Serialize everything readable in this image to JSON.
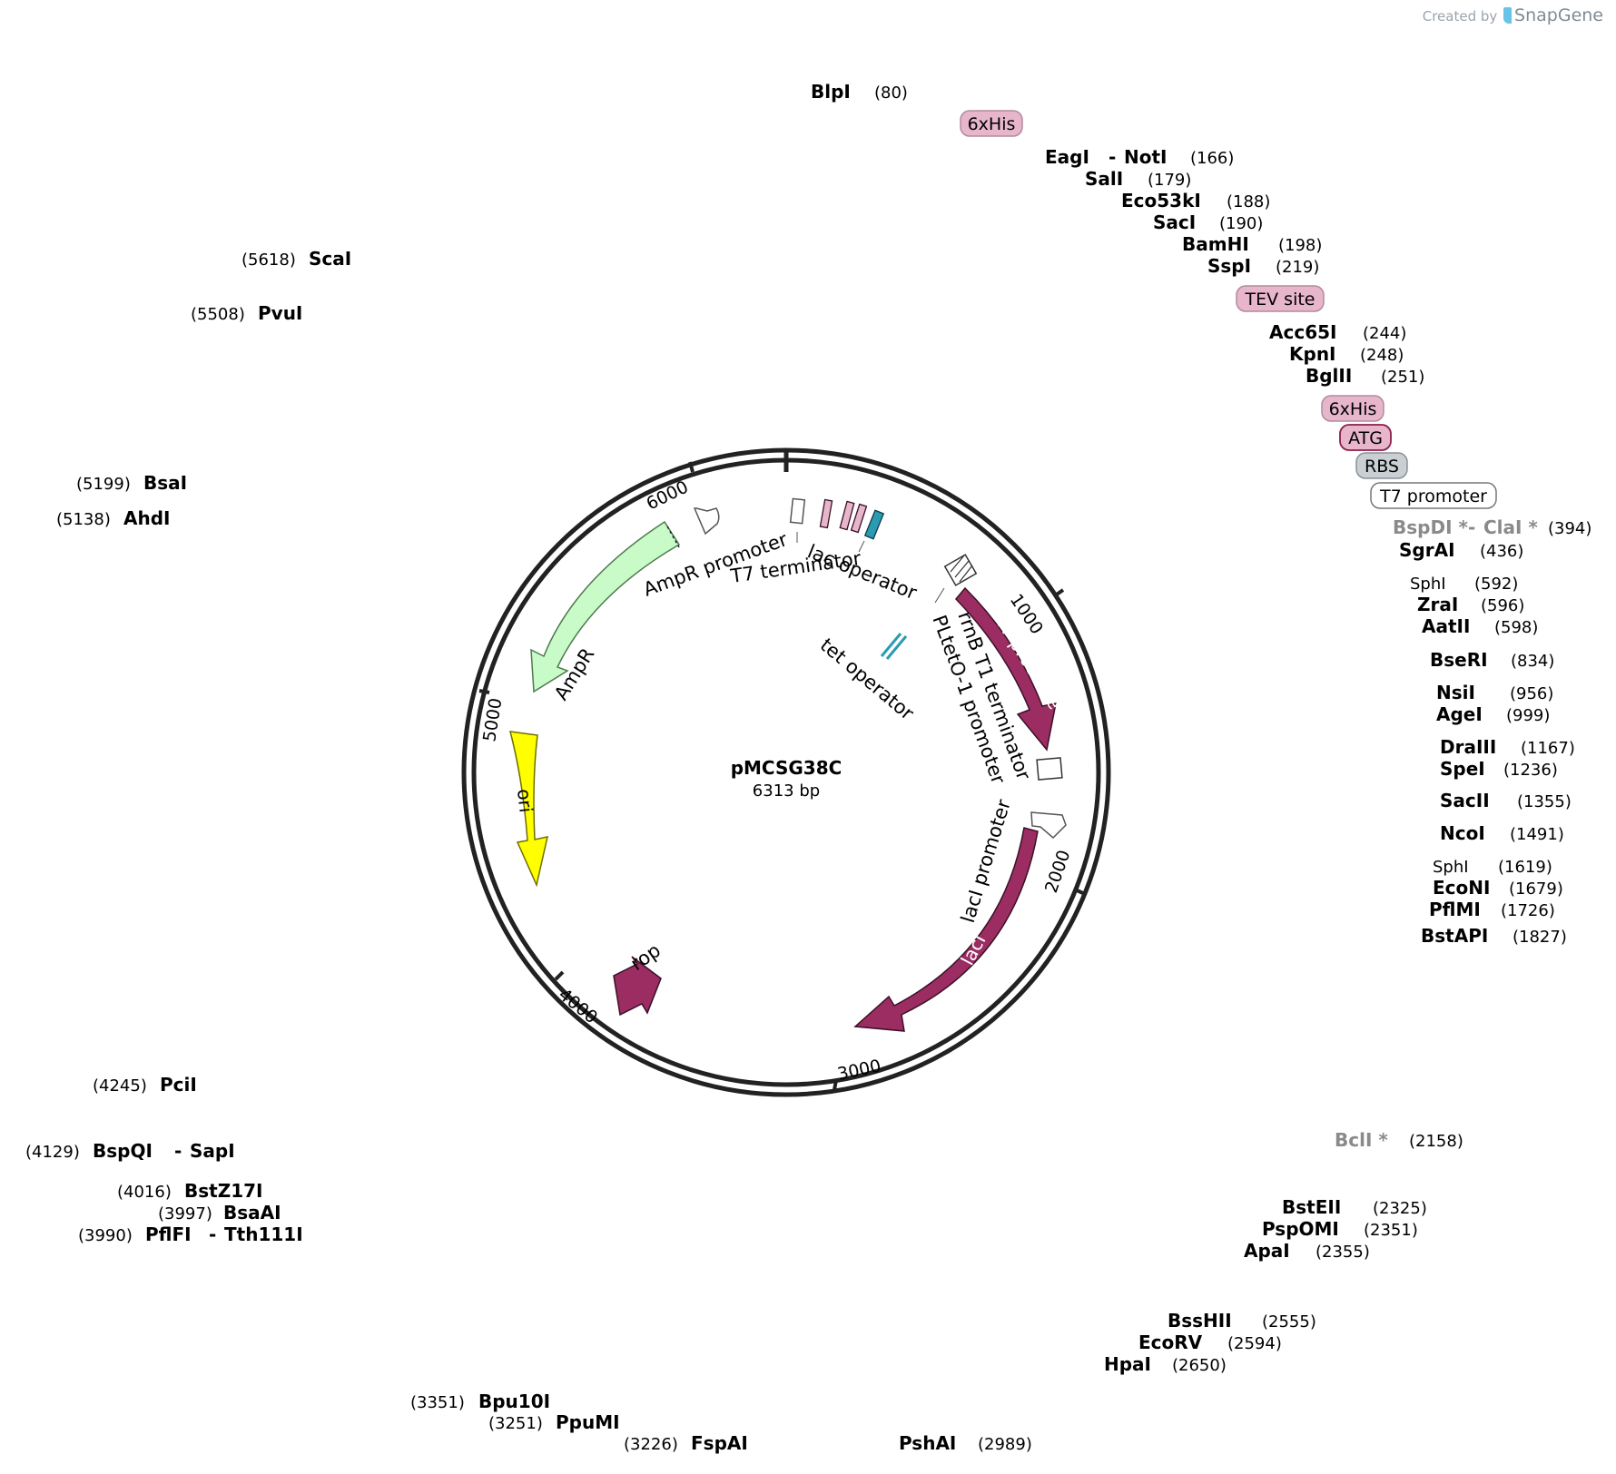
{
  "brand": {
    "prefix": "Created by",
    "name": "SnapGene"
  },
  "plasmid": {
    "name": "pMCSG38C",
    "size_label": "6313 bp"
  },
  "ticks": [
    "1000",
    "2000",
    "3000",
    "4000",
    "5000",
    "6000"
  ],
  "enzymes": {
    "blpi": {
      "name": "BlpI",
      "pos": "(80)"
    },
    "eagi": {
      "name": "EagI",
      "sep": "-",
      "name2": "NotI",
      "pos": "(166)"
    },
    "sali": {
      "name": "SalI",
      "pos": "(179)"
    },
    "eco53ki": {
      "name": "Eco53kI",
      "pos": "(188)"
    },
    "saci": {
      "name": "SacI",
      "pos": "(190)"
    },
    "bamhi": {
      "name": "BamHI",
      "pos": "(198)"
    },
    "sspi": {
      "name": "SspI",
      "pos": "(219)"
    },
    "acc65i": {
      "name": "Acc65I",
      "pos": "(244)"
    },
    "kpni": {
      "name": "KpnI",
      "pos": "(248)"
    },
    "bglii": {
      "name": "BglII",
      "pos": "(251)"
    },
    "bspdi": {
      "name": "BspDI *",
      "sep": "-",
      "name2": "ClaI *",
      "pos": "(394)"
    },
    "sgrai": {
      "name": "SgrAI",
      "pos": "(436)"
    },
    "sphi1": {
      "name": "SphI",
      "pos": "(592)"
    },
    "zrai": {
      "name": "ZraI",
      "pos": "(596)"
    },
    "aatii": {
      "name": "AatII",
      "pos": "(598)"
    },
    "bseri": {
      "name": "BseRI",
      "pos": "(834)"
    },
    "nsii": {
      "name": "NsiI",
      "pos": "(956)"
    },
    "agei": {
      "name": "AgeI",
      "pos": "(999)"
    },
    "draiii": {
      "name": "DraIII",
      "pos": "(1167)"
    },
    "spei": {
      "name": "SpeI",
      "pos": "(1236)"
    },
    "sacii": {
      "name": "SacII",
      "pos": "(1355)"
    },
    "ncoi": {
      "name": "NcoI",
      "pos": "(1491)"
    },
    "sphi2": {
      "name": "SphI",
      "pos": "(1619)"
    },
    "econi": {
      "name": "EcoNI",
      "pos": "(1679)"
    },
    "pflmi": {
      "name": "PflMI",
      "pos": "(1726)"
    },
    "bstapi": {
      "name": "BstAPI",
      "pos": "(1827)"
    },
    "bcli": {
      "name": "BclI *",
      "pos": "(2158)"
    },
    "bsteii": {
      "name": "BstEII",
      "pos": "(2325)"
    },
    "pspomi": {
      "name": "PspOMI",
      "pos": "(2351)"
    },
    "apai": {
      "name": "ApaI",
      "pos": "(2355)"
    },
    "bsshii": {
      "name": "BssHII",
      "pos": "(2555)"
    },
    "ecorv": {
      "name": "EcoRV",
      "pos": "(2594)"
    },
    "hpai": {
      "name": "HpaI",
      "pos": "(2650)"
    },
    "pshai": {
      "name": "PshAI",
      "pos": "(2989)"
    },
    "fspai": {
      "name": "FspAI",
      "pos": "(3226)"
    },
    "ppumi": {
      "name": "PpuMI",
      "pos": "(3251)"
    },
    "bpu10i": {
      "name": "Bpu10I",
      "pos": "(3351)"
    },
    "pflfi": {
      "name": "PflFI",
      "sep": "-",
      "name2": "Tth111I",
      "pos": "(3990)"
    },
    "bsaai": {
      "name": "BsaAI",
      "pos": "(3997)"
    },
    "bstz17i": {
      "name": "BstZ17I",
      "pos": "(4016)"
    },
    "bspqi": {
      "name": "BspQI",
      "sep": "-",
      "name2": "SapI",
      "pos": "(4129)"
    },
    "pcii": {
      "name": "PciI",
      "pos": "(4245)"
    },
    "ahdi": {
      "name": "AhdI",
      "pos": "(5138)"
    },
    "bsai": {
      "name": "BsaI",
      "pos": "(5199)"
    },
    "pvui": {
      "name": "PvuI",
      "pos": "(5508)"
    },
    "scai": {
      "name": "ScaI",
      "pos": "(5618)"
    }
  },
  "tags": {
    "his1": "6xHis",
    "tev": "TEV site",
    "his2": "6xHis",
    "atg": "ATG",
    "rbs": "RBS",
    "t7p": "T7 promoter"
  },
  "features": {
    "tvmv": "TVMV protease",
    "laci": "lacI",
    "ori": "ori",
    "ampr": "AmpR",
    "rop": "rop",
    "ampr_promoter": "AmpR promoter",
    "t7_terminator": "T7 terminator",
    "lac_operator": "lac operator",
    "tet_operator": "tet operator",
    "rrnb": "rrnB T1 terminator",
    "pltet": "PLtetO-1 promoter",
    "laci_promoter": "lacI promoter"
  },
  "colors": {
    "backbone": "#222222",
    "cds": "#9b2d63",
    "ori": "#ffff00",
    "ampr": "#c9fbc9",
    "tag": "#e8b6cb",
    "rbs": "#c9cfd3",
    "tet_op": "#2a9bb3"
  }
}
